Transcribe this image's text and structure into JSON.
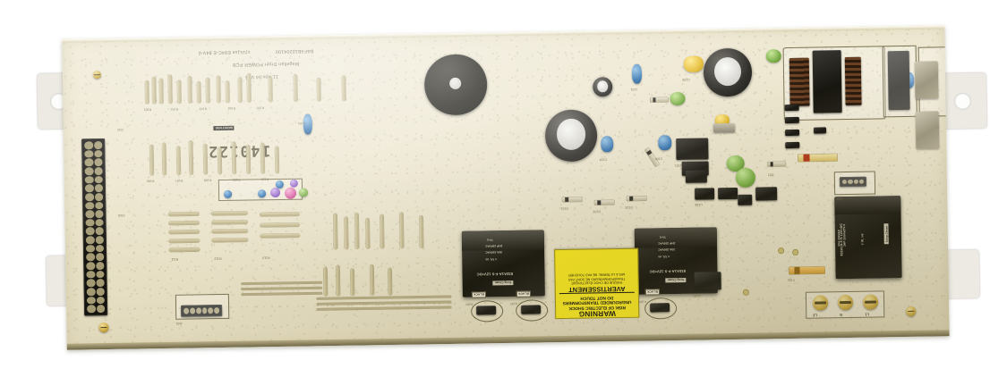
{
  "image": {
    "subject": "dryer-control-circuit-board",
    "background_color": "#ffffff",
    "pcb_color": "#ece5cd",
    "orientation": "silkscreen-text-upside-down"
  },
  "board": {
    "silkscreen_board_number": "140122",
    "title_line_1": "Magellan Dryer POWER PCB",
    "title_line_2": "11.Nov.04 V06",
    "part_number": "B&F4B10204100",
    "agency_marks": "c(UL)us  E94C-E 94V-0",
    "moisture_label": "MOISTURE"
  },
  "warning_label": {
    "background_color": "#f6e51f",
    "en_heading": "WARNING",
    "en_line_1": "RISK OF ELECTRIC SHOCK",
    "en_line_2": "UNGROUNDED TRANSFORMERS",
    "en_line_3": "DO NOT TOUCH",
    "fr_heading": "AVERTISSEMENT",
    "fr_line_1": "RISQUE DE CHOC ÉLECTRIQUE",
    "fr_line_2": "TRANSFORMATEURS NE SONT PAS",
    "fr_line_3": "MIS À LA TERRE. NE PAS TOUCHER"
  },
  "relays": [
    {
      "ref": "K101",
      "brand": "Song Chuan",
      "part": "832A1A-F-S 12V=DC",
      "rating_1": "30A 250VAC",
      "rating_2": "2HP 250VAC",
      "rating_3": "TV-5",
      "agency": "c UL us",
      "color": "#17150e"
    },
    {
      "ref": "K102",
      "brand": "Song Chuan",
      "part": "832A1A-F-S 12V=DC",
      "rating_1": "30A 250VAC",
      "rating_2": "2HP 250VAC",
      "rating_3": "TV-5",
      "agency": "c UL us",
      "color": "#17150e"
    },
    {
      "ref": "K103",
      "brand": "Song Chuan",
      "part": "832A1A-F-S 12V=DC",
      "rating_1": "30A 250VAC",
      "rating_2": "2HP 250VAC",
      "rating_3": "TV-5",
      "agency": "c UL us",
      "color": "#17150e"
    }
  ],
  "terminals": {
    "mains_labels": [
      "L2",
      "N",
      "L1"
    ],
    "spade_labels": [
      "BLACK",
      "BLACK",
      "BLACK"
    ],
    "spade_refs": [
      "K101",
      "K102",
      "K103"
    ]
  },
  "components": [
    {
      "ref": "BZ1",
      "name": "piezo-buzzer",
      "color": "#14130e"
    },
    {
      "ref": "C101",
      "name": "electrolytic-capacitor-large",
      "color": "#1d1c17"
    },
    {
      "ref": "C102",
      "name": "electrolytic-capacitor-large",
      "color": "#1d1c17"
    },
    {
      "ref": "CN1",
      "name": "ribbon-header-40pin",
      "color": "#151410"
    },
    {
      "ref": "T1",
      "name": "transformer",
      "color": "#19180f"
    },
    {
      "ref": "TB1",
      "name": "mains-terminal-block",
      "color": "#d0c58a"
    }
  ],
  "silk_refs": [
    "R101",
    "R102",
    "R103",
    "R104",
    "R105",
    "R106",
    "R107",
    "R108",
    "R109",
    "R110",
    "R111",
    "R112",
    "R113",
    "R114",
    "R115",
    "R116",
    "R117",
    "R118",
    "R119",
    "R120",
    "C103",
    "C104",
    "C105",
    "C106",
    "C107",
    "C108",
    "C109",
    "C110",
    "C111",
    "C112",
    "D101",
    "D102",
    "D103",
    "D104",
    "D105",
    "D106",
    "D107",
    "D108",
    "Q101",
    "Q102",
    "Q103",
    "Q104",
    "U101",
    "U102",
    "U103",
    "U104",
    "J101",
    "J102",
    "J103",
    "J104",
    "CN2",
    "CN3",
    "CN4",
    "CN5",
    "L101",
    "L102",
    "F101",
    "ZD1",
    "ZD2",
    "RY1"
  ],
  "bracket": {
    "name": "sheet-metal-mounting-bracket",
    "color": "#eceae2",
    "hole_count": 2
  }
}
